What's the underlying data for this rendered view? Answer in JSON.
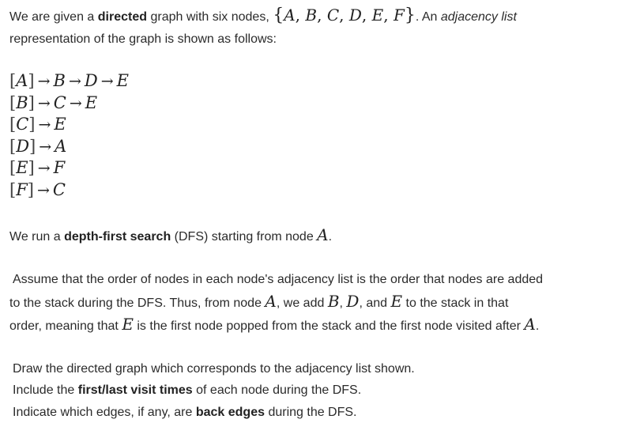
{
  "intro": {
    "part1": "We are given a ",
    "bold1": "directed",
    "part2": " graph with six nodes, ",
    "node_set": [
      "A",
      "B",
      "C",
      "D",
      "E",
      "F"
    ],
    "part3": ". An ",
    "italic1": "adjacency list",
    "line2": "representation of the graph is shown as follows:"
  },
  "adjacency_list": [
    {
      "node": "A",
      "neighbors": [
        "B",
        "D",
        "E"
      ]
    },
    {
      "node": "B",
      "neighbors": [
        "C",
        "E"
      ]
    },
    {
      "node": "C",
      "neighbors": [
        "E"
      ]
    },
    {
      "node": "D",
      "neighbors": [
        "A"
      ]
    },
    {
      "node": "E",
      "neighbors": [
        "F"
      ]
    },
    {
      "node": "F",
      "neighbors": [
        "C"
      ]
    }
  ],
  "run": {
    "part1": "We run a ",
    "bold1": "depth-first search",
    "part2": " (DFS) starting from node ",
    "node": "A",
    "part3": "."
  },
  "assume": {
    "line1": "Assume that the order of nodes in each node's adjacency list is the order that nodes are added",
    "line2_a": "to the stack during the DFS.  Thus, from node ",
    "line2_n1": "A",
    "line2_b": ", we add ",
    "line2_n2": "B",
    "line2_c": ", ",
    "line2_n3": "D",
    "line2_d": ", and ",
    "line2_n4": "E",
    "line2_e": " to the stack in that",
    "line3_a": "order, meaning that ",
    "line3_n1": "E",
    "line3_b": " is the first node popped from the stack and the first node visited after ",
    "line3_n2": "A",
    "line3_c": "."
  },
  "tasks": {
    "line1": "Draw the directed graph which corresponds to the adjacency list shown.",
    "line2_a": "Include the ",
    "line2_bold": "first/last visit times",
    "line2_b": " of each node during the DFS.",
    "line3_a": "Indicate which edges, if any, are ",
    "line3_bold": "back edges",
    "line3_b": " during the DFS."
  }
}
